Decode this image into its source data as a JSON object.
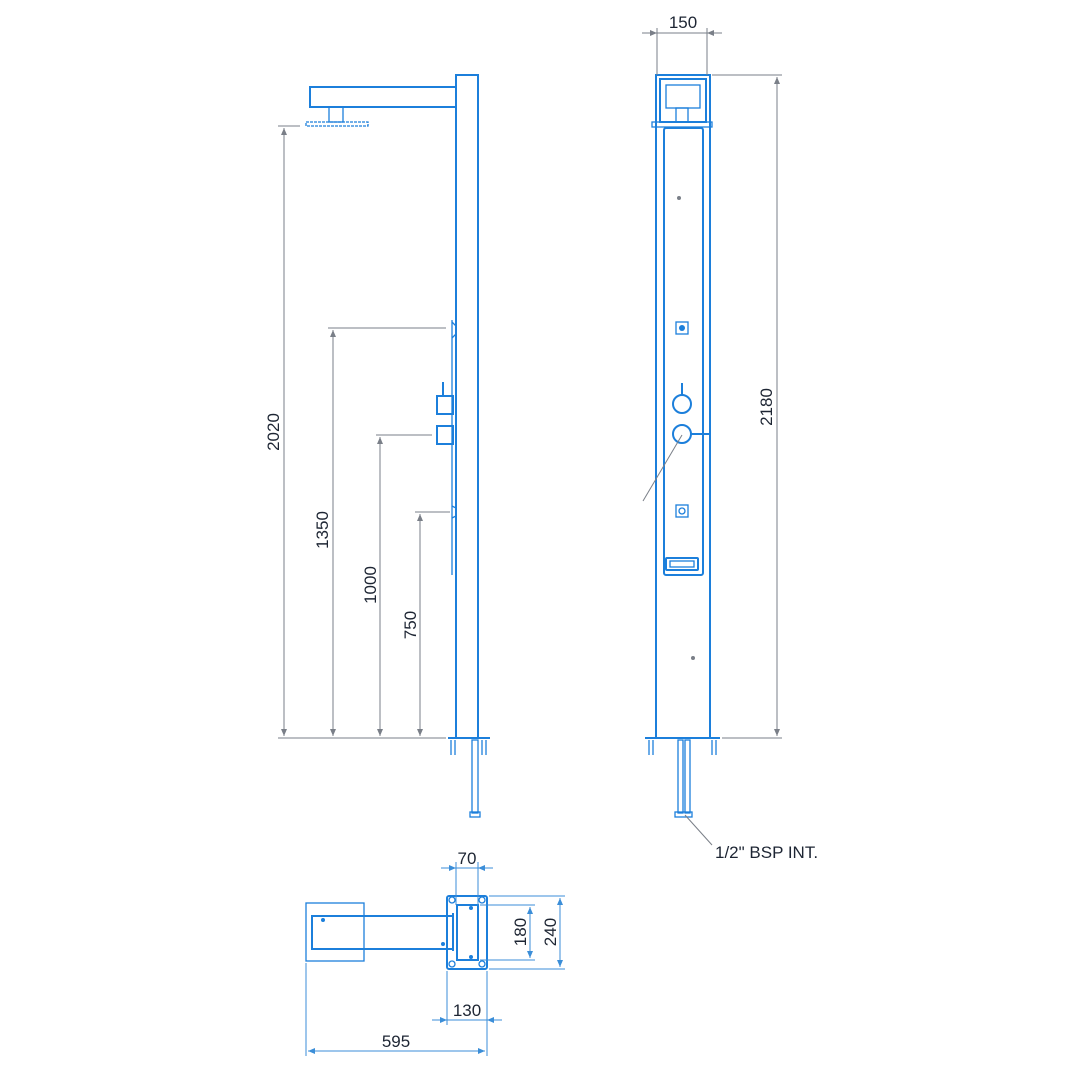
{
  "title": "Outdoor shower column technical drawing",
  "side_view": {
    "dimensions": [
      "2020",
      "1350",
      "1000",
      "750"
    ]
  },
  "front_view": {
    "dimensions": {
      "width": "150",
      "height": "2180"
    },
    "connection_label": "1/2\" BSP INT."
  },
  "plan_view": {
    "dimensions": {
      "top": "70",
      "inner_height": "180",
      "outer_height": "240",
      "base_width": "130",
      "total_length": "595"
    }
  },
  "colors": {
    "drawing": "#1c7fdb",
    "dimension_lines": "#7a7f88",
    "text": "#1d2533"
  }
}
